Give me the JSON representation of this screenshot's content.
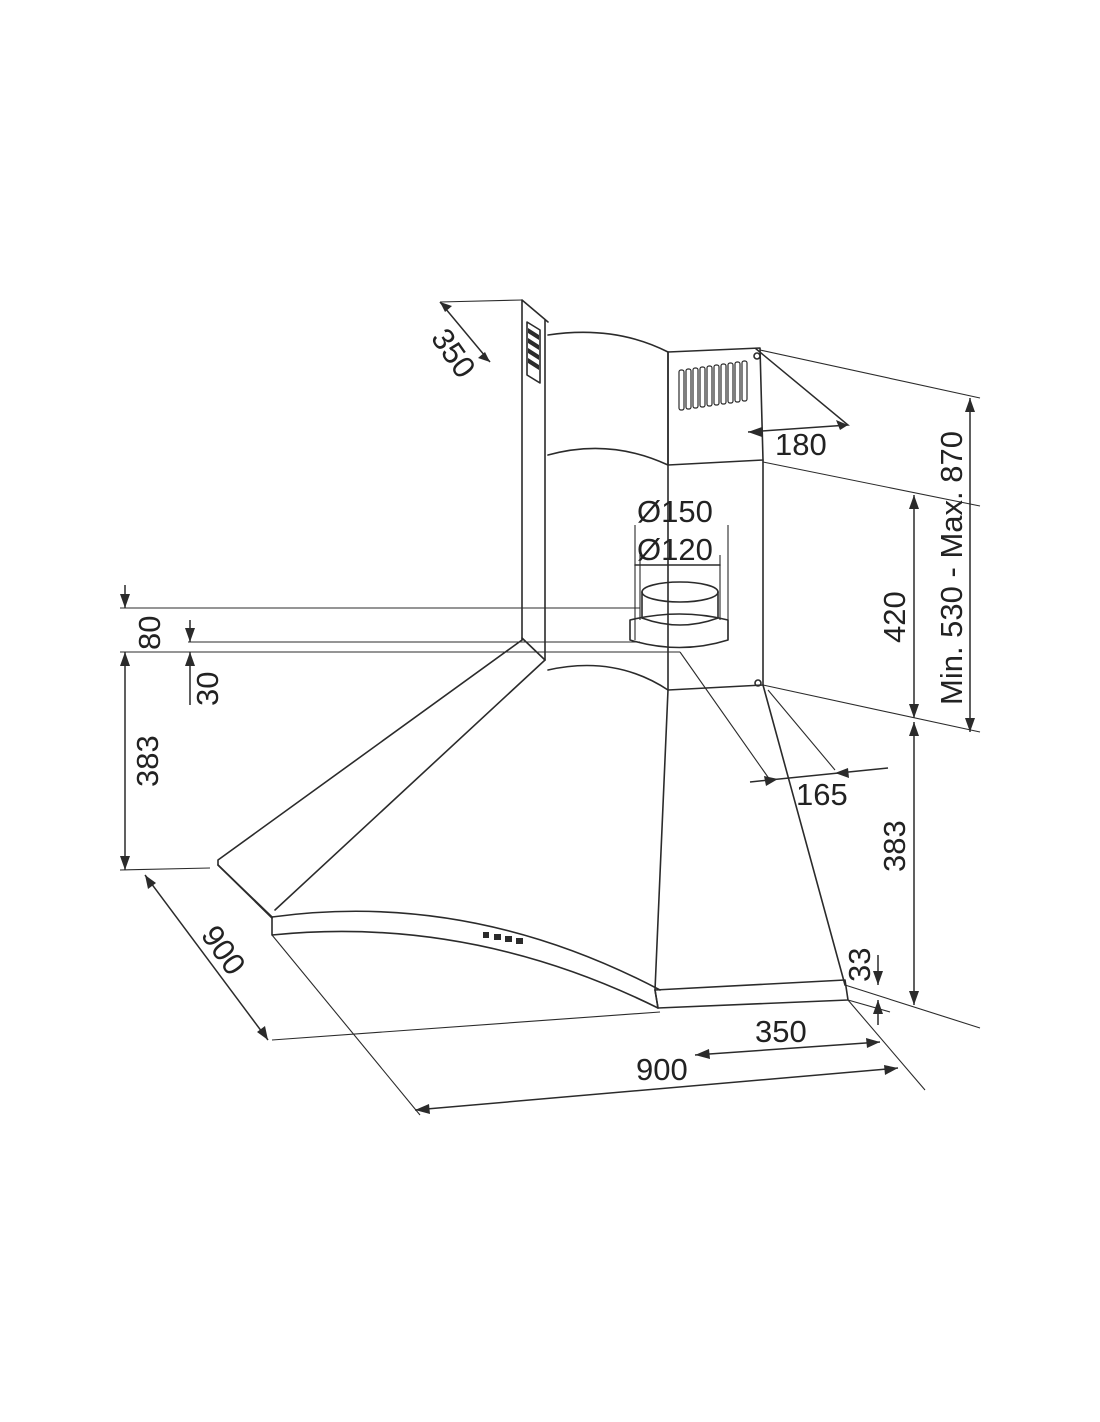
{
  "dimensions": {
    "chimney_depth": "350",
    "chimney_width": "180",
    "duct_outer": "Ø150",
    "duct_inner": "Ø120",
    "outlet_height": "80",
    "collar_height": "30",
    "canopy_height_left": "383",
    "lower_chimney_height": "420",
    "chimney_range": "Min. 530 - Max. 870",
    "chimney_offset": "165",
    "canopy_height_right": "383",
    "rim_height": "33",
    "side_width_left": "900",
    "front_depth": "350",
    "side_width_front": "900"
  },
  "panel": {
    "button_count": 4
  }
}
